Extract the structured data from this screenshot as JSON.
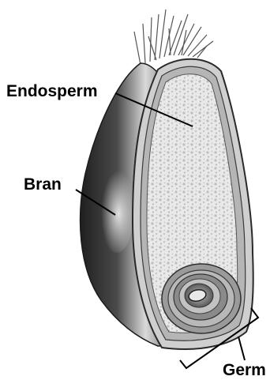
{
  "diagram": {
    "labels": {
      "endosperm": "Endosperm",
      "bran": "Bran",
      "germ": "Germ"
    },
    "colors": {
      "bran_dark": "#2a2a2a",
      "bran_light": "#d8d8d8",
      "endosperm": "#e6e6e6",
      "germ_ring": "#8a8a8a",
      "label": "#000000"
    }
  }
}
